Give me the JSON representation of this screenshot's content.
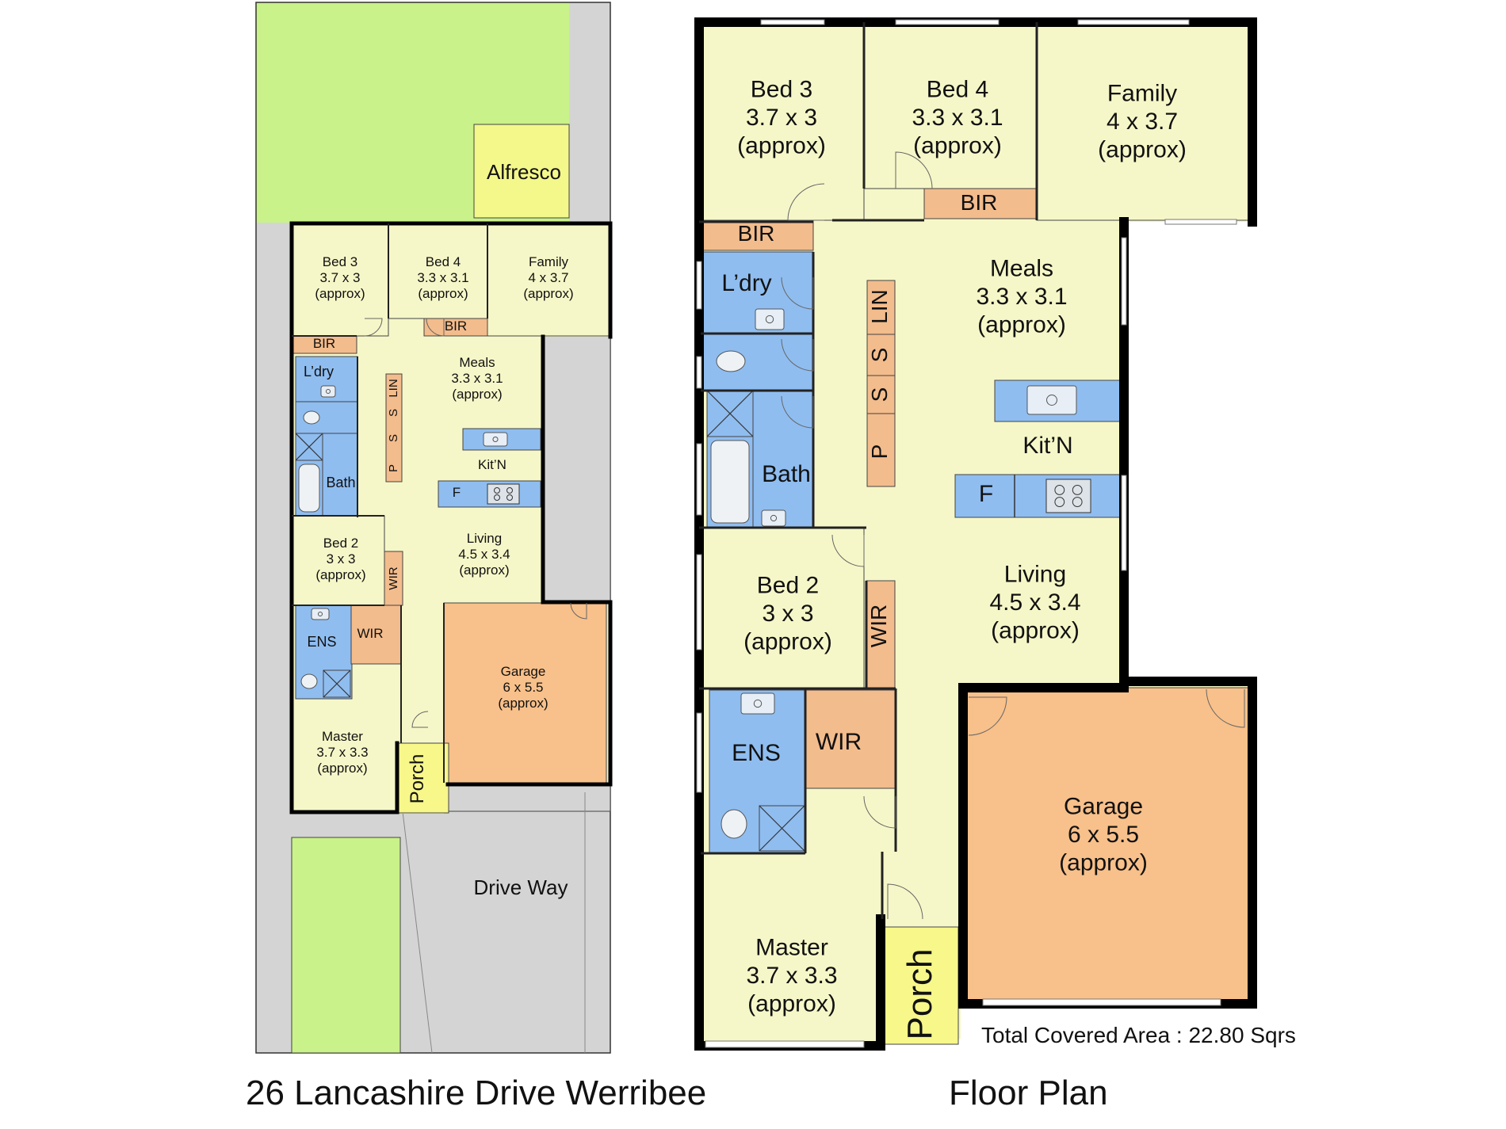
{
  "colors": {
    "living": "#f6f7c8",
    "wet": "#8fbdf0",
    "storage": "#f3bc8c",
    "garage": "#f8c08a",
    "porch": "#f7f78a",
    "alfresco": "#f4f78a",
    "lawn": "#c9f28a",
    "paving": "#d4d4d4",
    "wall": "#000000"
  },
  "site_plan": {
    "labels": {
      "alfresco": "Alfresco",
      "driveway": "Drive Way",
      "bed3": [
        "Bed 3",
        "3.7 x 3",
        "(approx)"
      ],
      "bed4": [
        "Bed 4",
        "3.3 x 3.1",
        "(approx)"
      ],
      "family": [
        "Family",
        "4 x 3.7",
        "(approx)"
      ],
      "bir_a": "BIR",
      "bir_b": "BIR",
      "ldry": "L’dry",
      "meals": [
        "Meals",
        "3.3 x 3.1",
        "(approx)"
      ],
      "lin": "LIN",
      "s1": "S",
      "s2": "S",
      "p": "P",
      "kitn": "Kit’N",
      "f": "F",
      "bath": "Bath",
      "bed2": [
        "Bed 2",
        "3 x 3",
        "(approx)"
      ],
      "wir_a": "WIR",
      "living": [
        "Living",
        "4.5 x 3.4",
        "(approx)"
      ],
      "ens": "ENS",
      "wir_b": "WIR",
      "garage": [
        "Garage",
        "6 x 5.5",
        "(approx)"
      ],
      "master": [
        "Master",
        "3.7 x 3.3",
        "(approx)"
      ],
      "porch": "Porch"
    }
  },
  "floor_plan": {
    "labels": {
      "bed3": [
        "Bed 3",
        "3.7 x 3",
        "(approx)"
      ],
      "bed4": [
        "Bed 4",
        "3.3 x 3.1",
        "(approx)"
      ],
      "family": [
        "Family",
        "4 x 3.7",
        "(approx)"
      ],
      "bir_a": "BIR",
      "bir_b": "BIR",
      "ldry": "L’dry",
      "meals": [
        "Meals",
        "3.3 x 3.1",
        "(approx)"
      ],
      "lin": "LIN",
      "s1": "S",
      "s2": "S",
      "p": "P",
      "kitn": "Kit’N",
      "f": "F",
      "bath": "Bath",
      "bed2": [
        "Bed 2",
        "3 x 3",
        "(approx)"
      ],
      "wir_a": "WIR",
      "living": [
        "Living",
        "4.5 x 3.4",
        "(approx)"
      ],
      "ens": "ENS",
      "wir_b": "WIR",
      "garage": [
        "Garage",
        "6 x 5.5",
        "(approx)"
      ],
      "master": [
        "Master",
        "3.7 x 3.3",
        "(approx)"
      ],
      "porch": "Porch"
    }
  },
  "captions": {
    "address": "26 Lancashire Drive Werribee",
    "title": "Floor Plan",
    "total_area": "Total Covered Area : 22.80 Sqrs"
  }
}
